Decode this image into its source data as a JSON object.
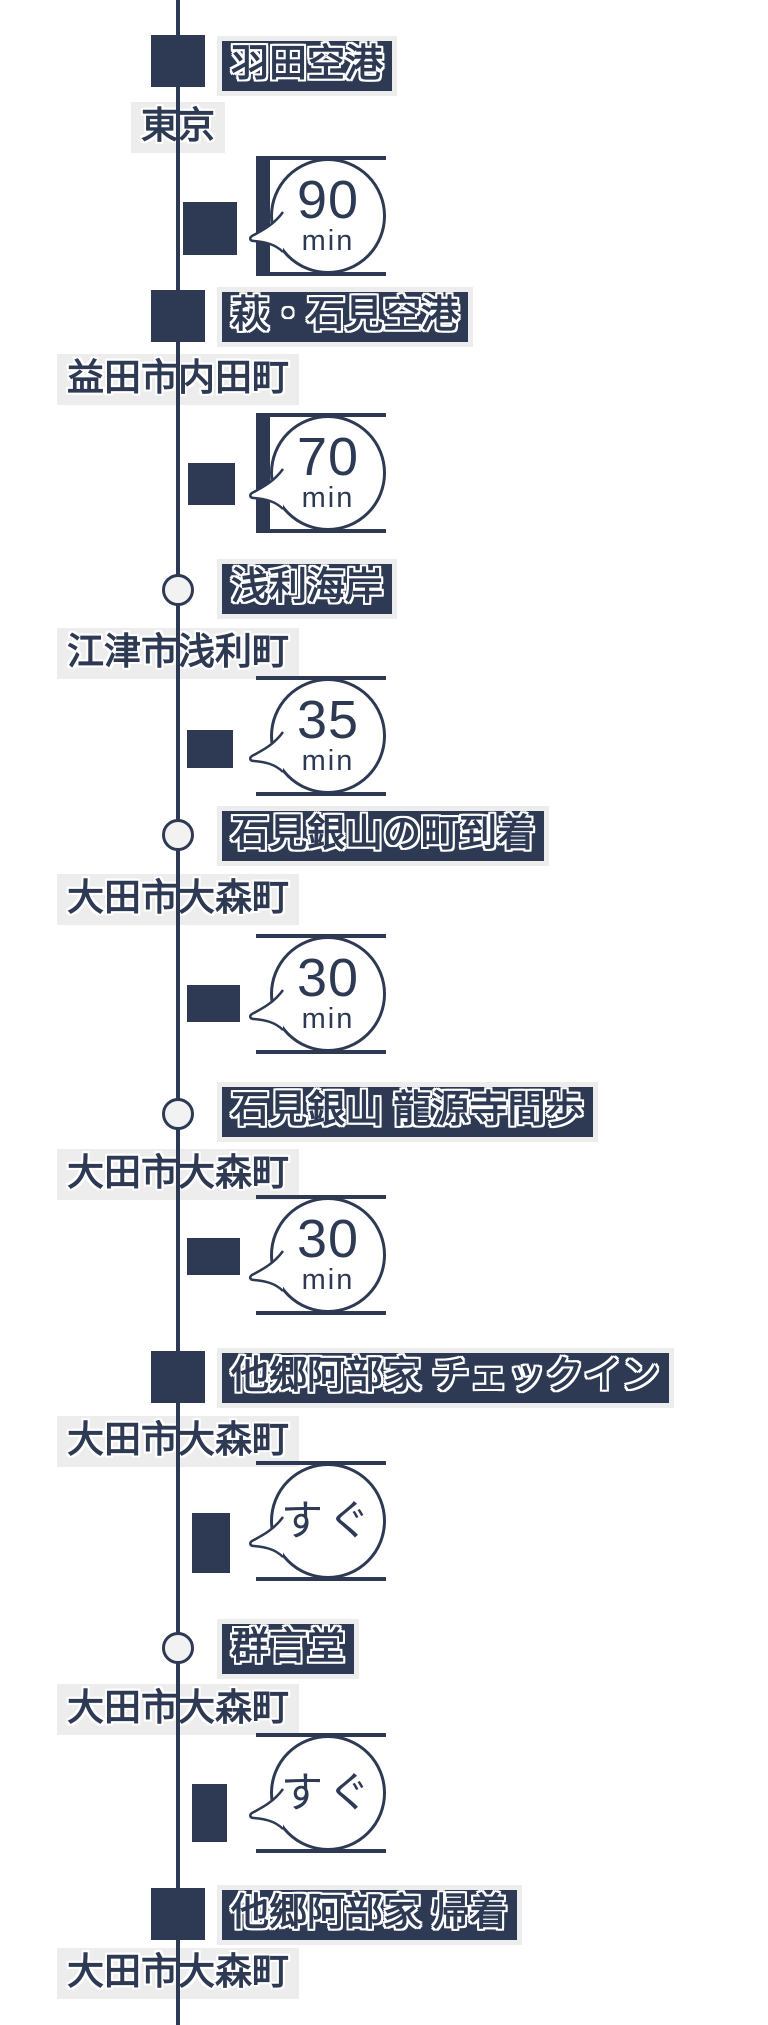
{
  "colors": {
    "navy": "#2e3a54",
    "highlight_gray": "#ededed",
    "bubble_fill": "#ffffff"
  },
  "timeline": {
    "stations": [
      {
        "name": "羽田空港",
        "location": "東京",
        "marker": "square"
      },
      {
        "name": "萩・石見空港",
        "location": "益田市内田町",
        "marker": "square"
      },
      {
        "name": "浅利海岸",
        "location": "江津市浅利町",
        "marker": "circle"
      },
      {
        "name": "石見銀山の町到着",
        "location": "大田市大森町",
        "marker": "circle"
      },
      {
        "name": "石見銀山 龍源寺間歩",
        "location": "大田市大森町",
        "marker": "circle"
      },
      {
        "name": "他郷阿部家 チェックイン",
        "location": "大田市大森町",
        "marker": "square"
      },
      {
        "name": "群言堂",
        "location": "大田市大森町",
        "marker": "circle"
      },
      {
        "name": "他郷阿部家 帰着",
        "location": "大田市大森町",
        "marker": "square"
      }
    ],
    "segments": [
      {
        "duration": "90",
        "unit": "min",
        "icon": "plane-icon"
      },
      {
        "duration": "70",
        "unit": "min",
        "icon": "car-icon"
      },
      {
        "duration": "35",
        "unit": "min",
        "icon": "car-icon"
      },
      {
        "duration": "30",
        "unit": "min",
        "icon": "car-icon"
      },
      {
        "duration": "30",
        "unit": "min",
        "icon": "car-icon"
      },
      {
        "duration": "すぐ",
        "unit": "",
        "icon": "walk-icon"
      },
      {
        "duration": "すぐ",
        "unit": "",
        "icon": "walk-icon"
      }
    ]
  }
}
